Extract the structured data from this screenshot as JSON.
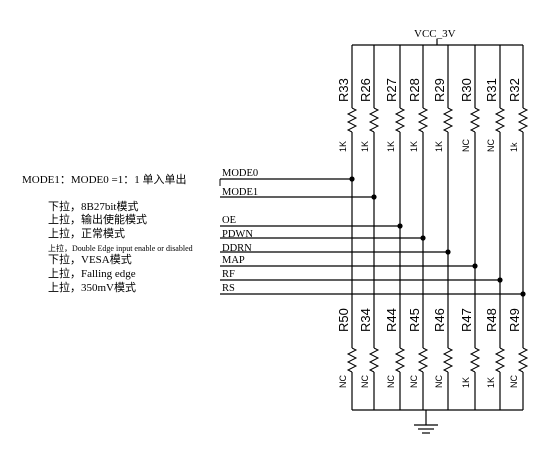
{
  "vcc_label": "VCC_3V",
  "top_resistors": [
    {
      "name": "R33",
      "value": "1K"
    },
    {
      "name": "R26",
      "value": "1K"
    },
    {
      "name": "R27",
      "value": "1K"
    },
    {
      "name": "R28",
      "value": "1K"
    },
    {
      "name": "R29",
      "value": "1K"
    },
    {
      "name": "R30",
      "value": "NC"
    },
    {
      "name": "R31",
      "value": "NC"
    },
    {
      "name": "R32",
      "value": "1k"
    }
  ],
  "bottom_resistors": [
    {
      "name": "R50",
      "value": "NC"
    },
    {
      "name": "R34",
      "value": "NC"
    },
    {
      "name": "R44",
      "value": "NC"
    },
    {
      "name": "R45",
      "value": "NC"
    },
    {
      "name": "R46",
      "value": "NC"
    },
    {
      "name": "R47",
      "value": "1K"
    },
    {
      "name": "R48",
      "value": "1K"
    },
    {
      "name": "R49",
      "value": "NC"
    }
  ],
  "signals": [
    {
      "name": "MODE0",
      "description": "MODE1：MODE0 =1：1 单入单出"
    },
    {
      "name": "MODE1",
      "description": ""
    },
    {
      "name": "OE",
      "description": "上拉，输出使能模式"
    },
    {
      "name": "PDWN",
      "description": "上拉，正常模式"
    },
    {
      "name": "DDRN",
      "description": "上拉，Double Edge input enable or disabled"
    },
    {
      "name": "MAP",
      "description": "下拉，VESA模式"
    },
    {
      "name": "RF",
      "description": "上拉，Falling edge"
    },
    {
      "name": "RS",
      "description": "上拉，350mV模式"
    }
  ],
  "extra_note": "下拉，8B27bit模式"
}
